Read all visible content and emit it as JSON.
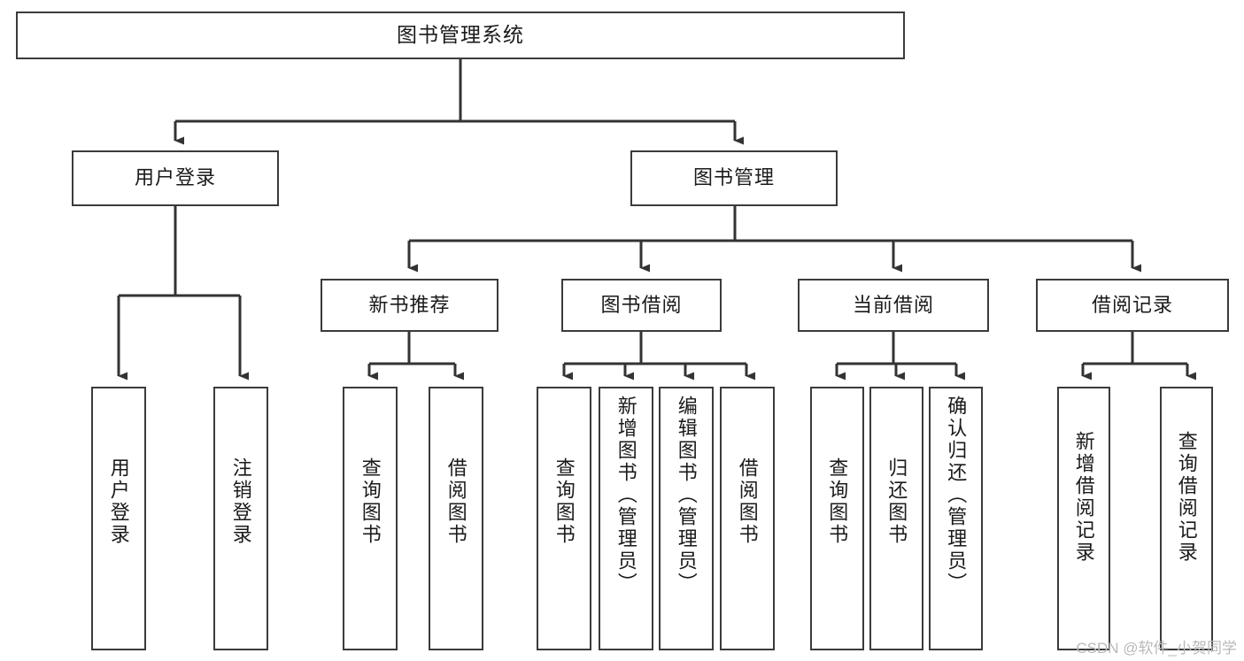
{
  "diagram": {
    "title": "图书管理系统",
    "type": "tree",
    "watermark": "CSDN @软件_小贺同学",
    "colors": {
      "node_border": "#3b3b3b",
      "node_fill": "#ffffff",
      "edge": "#333333",
      "text": "#1a1a1a",
      "watermark": "#b9b9b9"
    },
    "nodes": {
      "root": {
        "label": "图书管理系统"
      },
      "level2": [
        {
          "id": "user-login",
          "label": "用户登录"
        },
        {
          "id": "book-manage",
          "label": "图书管理"
        }
      ],
      "level3": [
        {
          "id": "new-book-rec",
          "label": "新书推荐"
        },
        {
          "id": "book-borrow",
          "label": "图书借阅"
        },
        {
          "id": "current-borrow",
          "label": "当前借阅"
        },
        {
          "id": "borrow-record",
          "label": "借阅记录"
        }
      ],
      "leaves": {
        "user-login": [
          {
            "id": "leaf-user-login",
            "label": "用户登录"
          },
          {
            "id": "leaf-user-logout",
            "label": "注销登录"
          }
        ],
        "new-book-rec": [
          {
            "id": "leaf-query-book-1",
            "label": "查询图书"
          },
          {
            "id": "leaf-borrow-book-1",
            "label": "借阅图书"
          }
        ],
        "book-borrow": [
          {
            "id": "leaf-query-book-2",
            "label": "查询图书"
          },
          {
            "id": "leaf-add-book",
            "label": "新增图书（管理员）"
          },
          {
            "id": "leaf-edit-book",
            "label": "编辑图书（管理员）"
          },
          {
            "id": "leaf-borrow-book-2",
            "label": "借阅图书"
          }
        ],
        "current-borrow": [
          {
            "id": "leaf-query-book-3",
            "label": "查询图书"
          },
          {
            "id": "leaf-return-book",
            "label": "归还图书"
          },
          {
            "id": "leaf-confirm-return",
            "label": "确认归还（管理员）"
          }
        ],
        "borrow-record": [
          {
            "id": "leaf-add-record",
            "label": "新增借阅记录"
          },
          {
            "id": "leaf-query-record",
            "label": "查询借阅记录"
          }
        ]
      }
    }
  }
}
